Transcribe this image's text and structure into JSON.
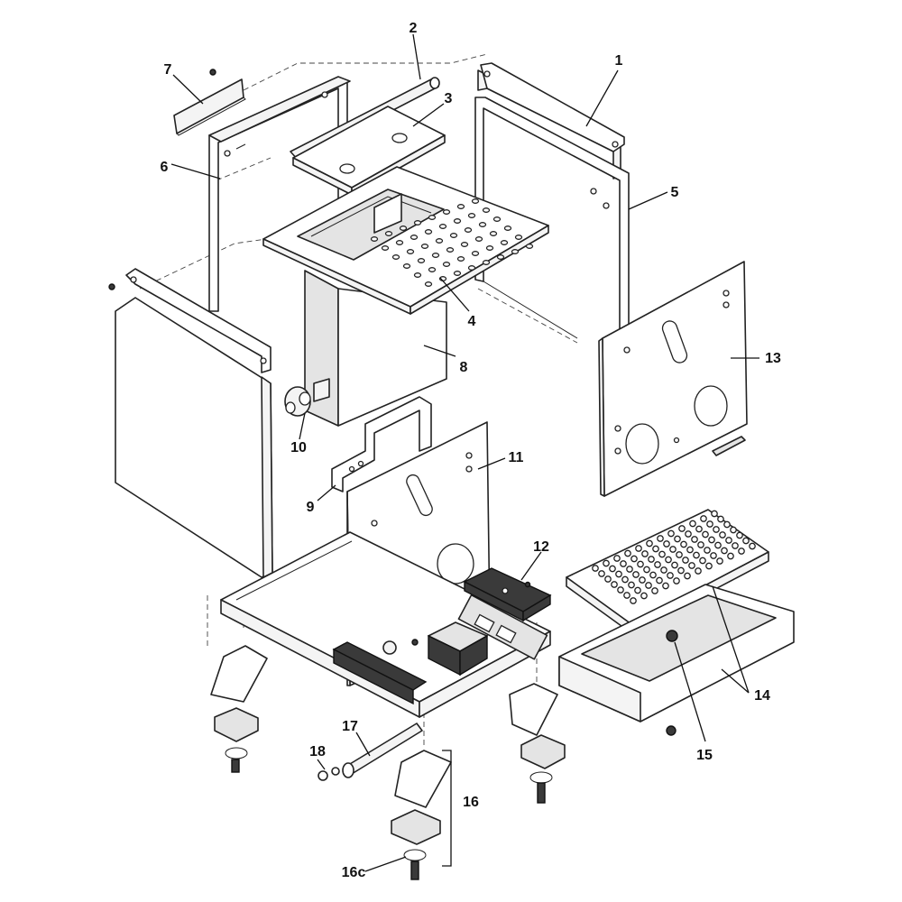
{
  "callouts": [
    {
      "id": "1",
      "text": "1"
    },
    {
      "id": "2",
      "text": "2"
    },
    {
      "id": "3",
      "text": "3"
    },
    {
      "id": "4",
      "text": "4"
    },
    {
      "id": "5",
      "text": "5"
    },
    {
      "id": "6",
      "text": "6"
    },
    {
      "id": "7",
      "text": "7"
    },
    {
      "id": "8",
      "text": "8"
    },
    {
      "id": "9",
      "text": "9"
    },
    {
      "id": "10",
      "text": "10"
    },
    {
      "id": "11",
      "text": "11"
    },
    {
      "id": "12",
      "text": "12"
    },
    {
      "id": "13",
      "text": "13"
    },
    {
      "id": "14",
      "text": "14"
    },
    {
      "id": "15",
      "text": "15"
    },
    {
      "id": "16",
      "text": "16"
    },
    {
      "id": "16c",
      "text": "16c"
    },
    {
      "id": "17",
      "text": "17"
    },
    {
      "id": "18",
      "text": "18"
    }
  ]
}
